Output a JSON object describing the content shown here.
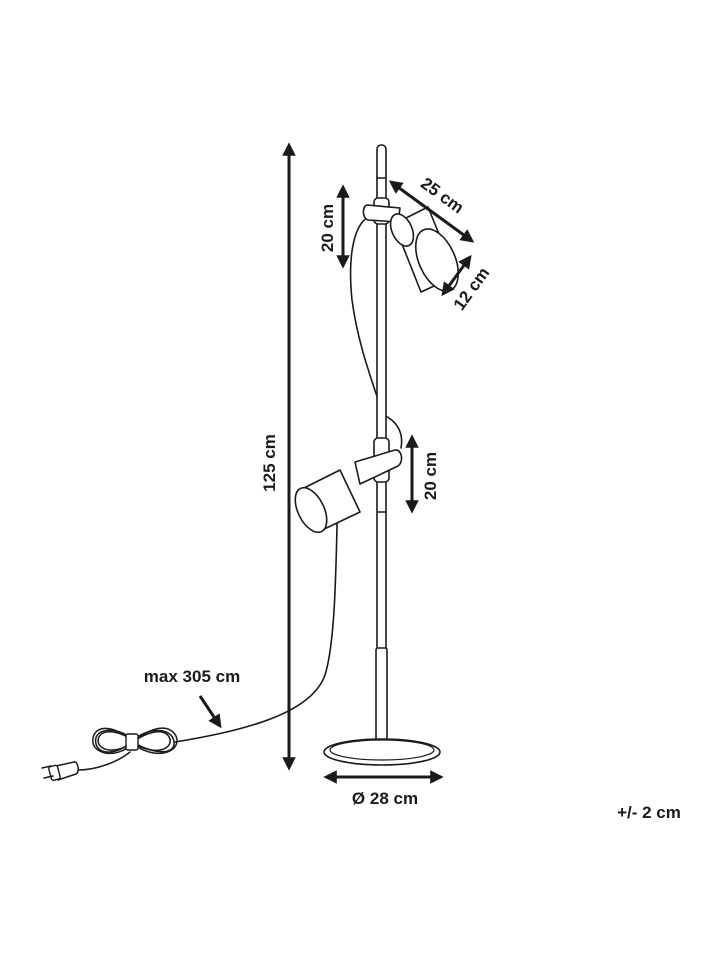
{
  "dimensions": {
    "height_total": "125 cm",
    "shade_length": "25 cm",
    "shade_diameter": "12 cm",
    "upper_arm_height": "20 cm",
    "lower_arm_height": "20 cm",
    "base_diameter": "Ø 28 cm",
    "cable_length": "max 305 cm",
    "tolerance": "+/- 2 cm"
  },
  "colors": {
    "stroke": "#1a1a1a",
    "background": "#ffffff"
  }
}
